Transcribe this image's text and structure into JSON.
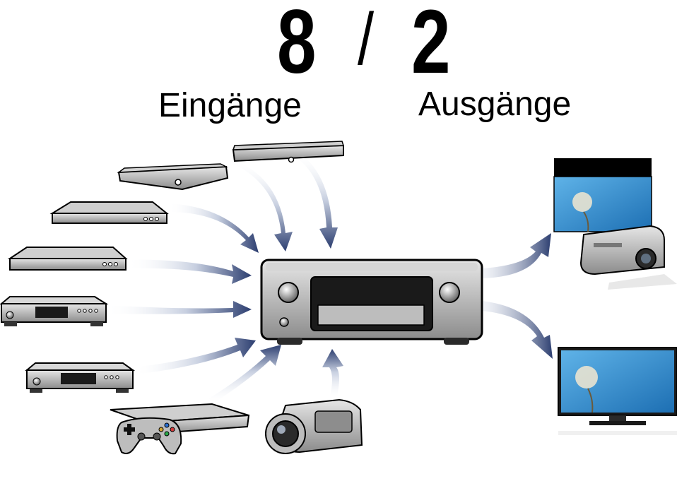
{
  "title": {
    "inputs_count": "8",
    "separator": "/",
    "outputs_count": "2",
    "inputs_label": "Eingänge",
    "outputs_label": "Ausgänge"
  },
  "inputs": [
    "satellite-receiver",
    "set-top-box",
    "blu-ray-player",
    "dvd-player",
    "cd-player",
    "cd-player-2",
    "game-console",
    "camcorder"
  ],
  "outputs": [
    "projector-screen",
    "projector",
    "tv"
  ],
  "colors": {
    "arrow_dark": "#2c3e70",
    "arrow_light": "#eef1f7",
    "device_dark": "#1a1a1a",
    "device_grey": "#9a9a9a",
    "screen_blue": "#2f86c8"
  }
}
